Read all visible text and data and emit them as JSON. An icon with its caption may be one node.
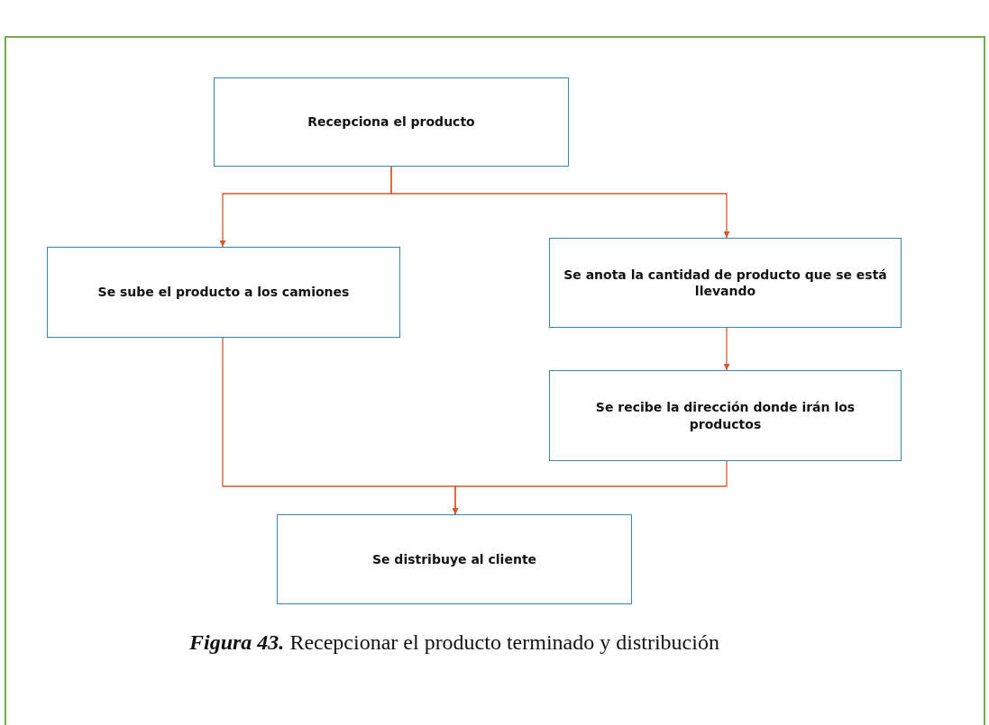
{
  "diagram": {
    "caption": "**Figura 43.** Recepcionar el producto terminado y distribución",
    "nodes": [
      {
        "text": [
          "Recepciona el producto"
        ]
      },
      {
        "text": [
          "Se sube el producto a los camiones"
        ]
      },
      {
        "text": [
          "Se anota la cantidad de producto que se está llevando"
        ]
      },
      {
        "text": [
          "Se recibe la dirección donde irán los productos"
        ]
      },
      {
        "text": [
          "Se distribuye al cliente"
        ]
      }
    ],
    "edges": [
      {
        "from": 0,
        "to": 1,
        "arrow": "to"
      },
      {
        "from": 0,
        "to": 2,
        "arrow": "to"
      },
      {
        "from": 2,
        "to": 3,
        "arrow": "to"
      },
      {
        "from": 1,
        "to": 4,
        "arrow": "to"
      },
      {
        "from": 3,
        "to": 4,
        "arrow": "to"
      }
    ]
  }
}
